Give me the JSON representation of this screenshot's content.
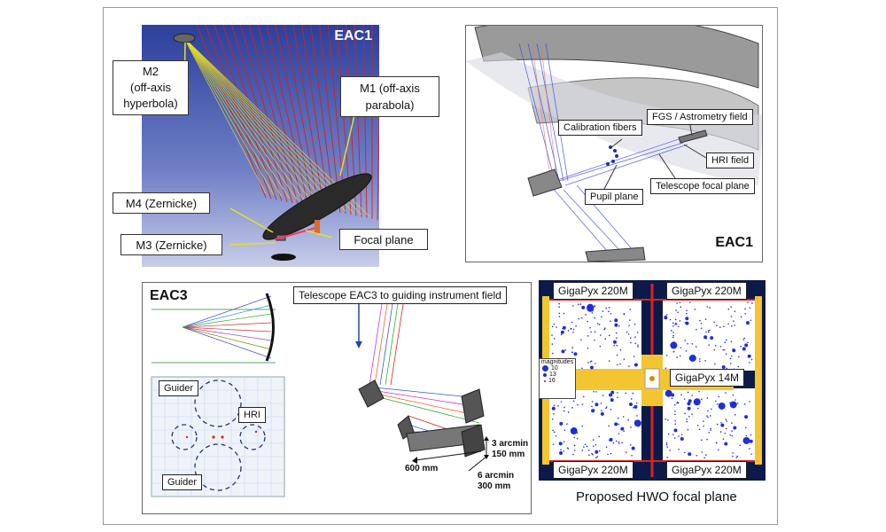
{
  "eac1_render": {
    "title": "EAC1",
    "m2_label": "M2\n(off-axis\nhyperbola)",
    "m1_label": "M1 (off-axis\nparabola)",
    "m4_label": "M4 (Zernicke)",
    "m3_label": "M3 (Zernicke)",
    "focal_label": "Focal plane"
  },
  "eac1_fp": {
    "title": "EAC1",
    "calib_label": "Calibration fibers",
    "fgs_label": "FGS / Astrometry field",
    "hri_label": "HRI field",
    "pupil_label": "Pupil plane",
    "tfp_label": "Telescope focal plane"
  },
  "eac3": {
    "title": "EAC3",
    "banner": "Telescope EAC3 to guiding instrument field",
    "guider_top": "Guider",
    "guider_bottom": "Guider",
    "hri": "HRI",
    "dim_600": "600 mm",
    "dim_3arc": "3 arcmin",
    "dim_150": "150 mm",
    "dim_6arc": "6 arcmin",
    "dim_300": "300 mm"
  },
  "hwo": {
    "caption": "Proposed HWO focal plane",
    "det_tl": "GigaPyx 220M",
    "det_tr": "GigaPyx 220M",
    "det_bl": "GigaPyx 220M",
    "det_br": "GigaPyx 220M",
    "det_center": "GigaPyx 14M",
    "legend_title": "magnitudes",
    "legend_items": [
      "10",
      "13",
      "16"
    ]
  },
  "colors": {
    "render_bg": "#3a4fa8",
    "ray_red": "#d22020",
    "ray_yellow": "#e8e020",
    "star_blue": "#1e2fd8",
    "frame_dark": "#0c1a4a",
    "gold": "#f2c531"
  }
}
